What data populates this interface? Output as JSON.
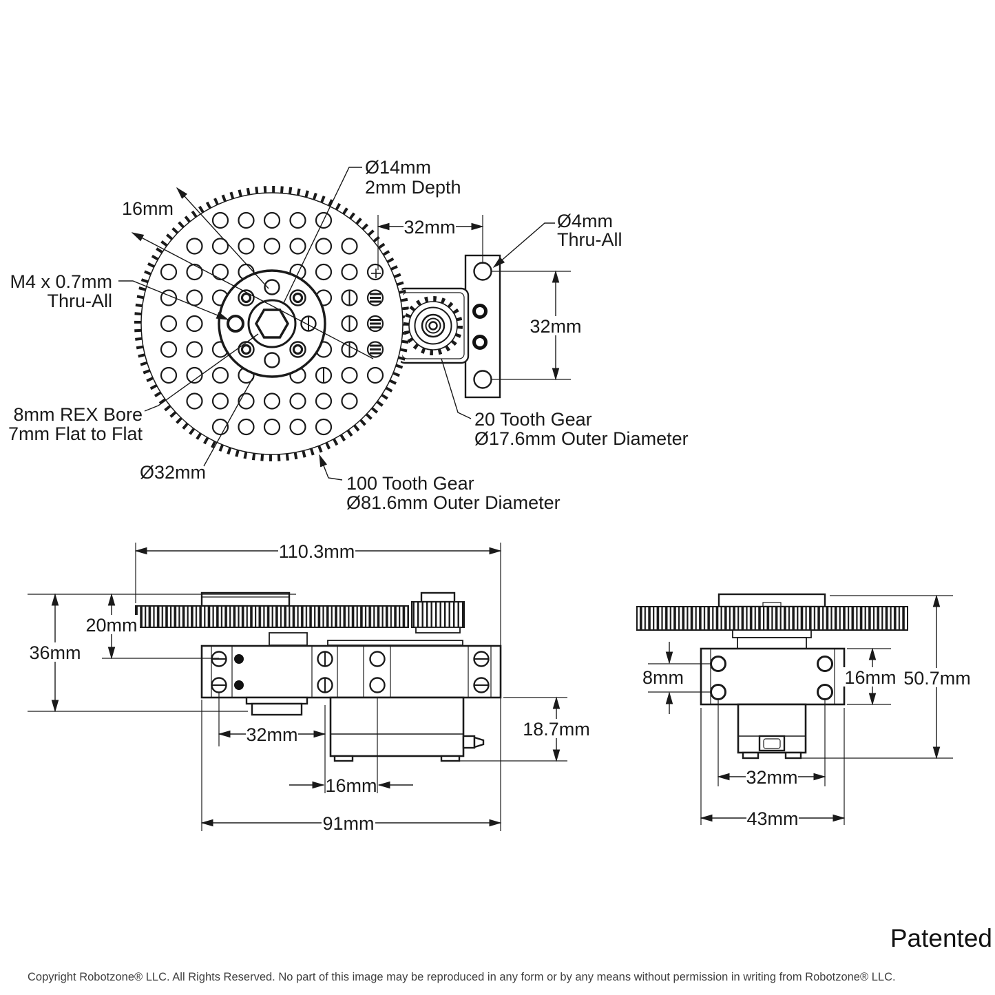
{
  "colors": {
    "ink": "#1a1a1a",
    "background": "#ffffff",
    "muted_text": "#3f3f3f"
  },
  "top_view": {
    "labels": {
      "recess_line1": "Ø14mm",
      "recess_line2": "2mm Depth",
      "hole_spacing": "16mm",
      "tapped_line1": "M4 x 0.7mm",
      "tapped_line2": "Thru-All",
      "bore_line1": "8mm REX Bore",
      "bore_line2": "7mm Flat to Flat",
      "hub_od": "Ø32mm",
      "gear100_line1": "100 Tooth Gear",
      "gear100_line2": "Ø81.6mm Outer Diameter",
      "gear20_line1": "20 Tooth Gear",
      "gear20_line2": "Ø17.6mm Outer Diameter",
      "mount_line1": "Ø4mm",
      "mount_line2": "Thru-All",
      "dim_horizontal": "32mm",
      "dim_vertical": "32mm"
    }
  },
  "front_view": {
    "dims": {
      "overall_width": "110.3mm",
      "gear_offset": "20mm",
      "left_height": "36mm",
      "hole_span": "32mm",
      "hole_pitch": "16mm",
      "base_width": "91mm",
      "body_drop": "18.7mm"
    }
  },
  "side_view": {
    "dims": {
      "row_pitch": "8mm",
      "bracket_height": "16mm",
      "overall_height": "50.7mm",
      "hole_span": "32mm",
      "bracket_width": "43mm"
    }
  },
  "footer": {
    "patented": "Patented",
    "copyright": "Copyright Robotzone® LLC.  All Rights Reserved. No part of this image may be reproduced in any form or by any means without permission in writing from Robotzone® LLC."
  }
}
